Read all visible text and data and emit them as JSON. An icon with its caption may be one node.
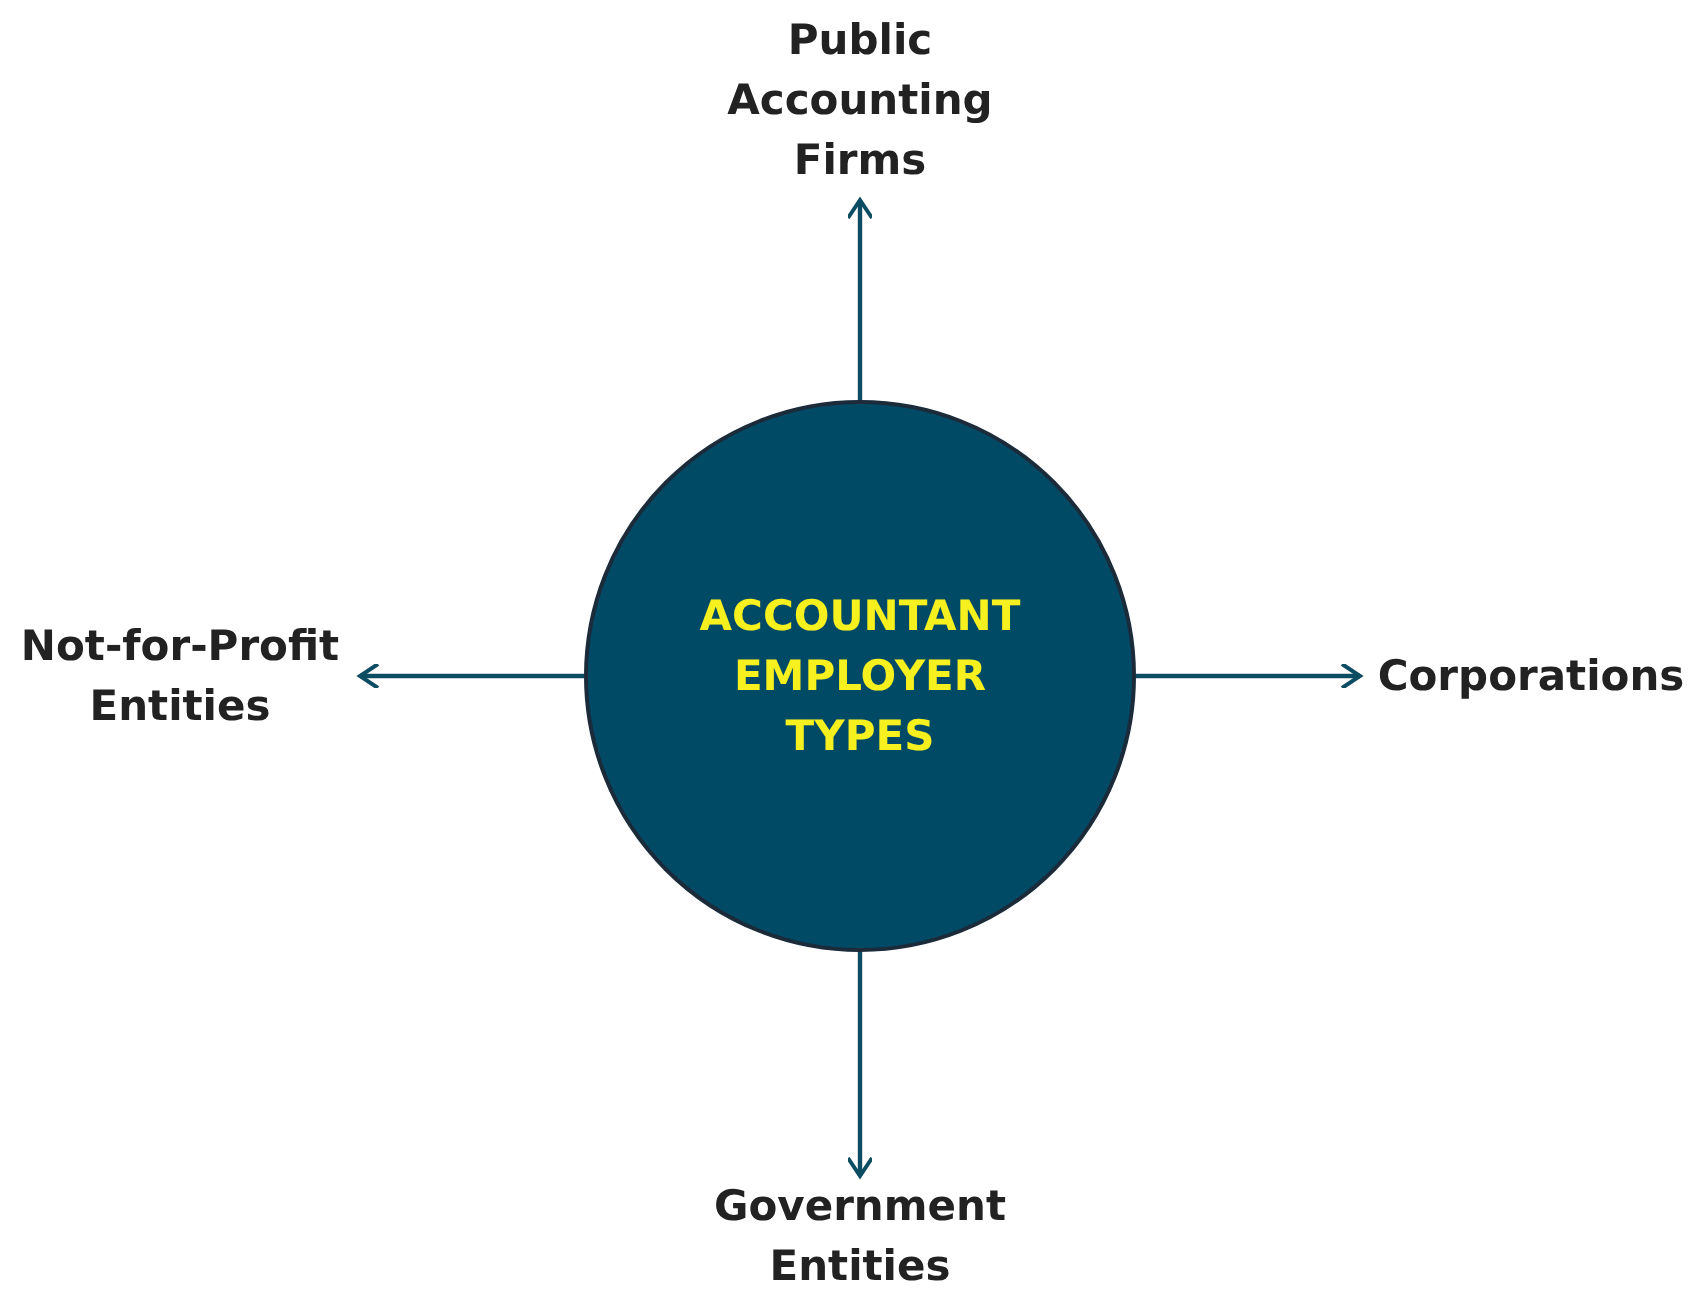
{
  "diagram": {
    "nodes": [
      {
        "text": [
          "ACCOUNTANT EMPLOYER TYPES"
        ]
      },
      {
        "text": [
          "Public Accounting Firms"
        ]
      },
      {
        "text": [
          "Not-for-Profit Entities"
        ]
      },
      {
        "text": [
          "Corporations"
        ]
      },
      {
        "text": [
          "Government Entities"
        ]
      }
    ],
    "edges": [
      {
        "from": 0,
        "to": 1,
        "arrow": "to"
      },
      {
        "from": 0,
        "to": 2,
        "arrow": "to"
      },
      {
        "from": 0,
        "to": 3,
        "arrow": "to"
      },
      {
        "from": 0,
        "to": 4,
        "arrow": "to"
      }
    ]
  }
}
